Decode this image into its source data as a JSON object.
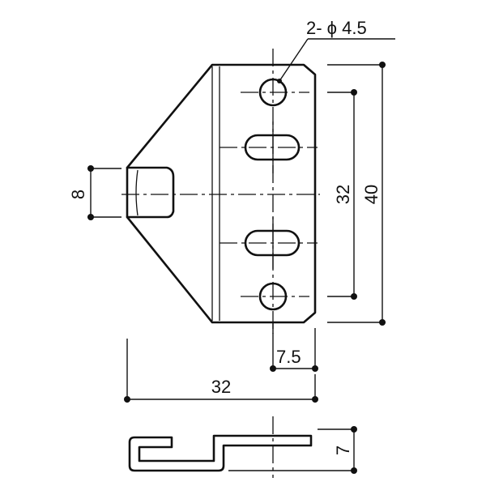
{
  "labels": {
    "hole_callout": "2- ϕ 4.5",
    "dim_hole_pitch": "32",
    "dim_total_height": "40",
    "dim_hook_height": "8",
    "dim_hole_offset": "7.5",
    "dim_total_width": "32",
    "dim_side_thickness": "7"
  }
}
